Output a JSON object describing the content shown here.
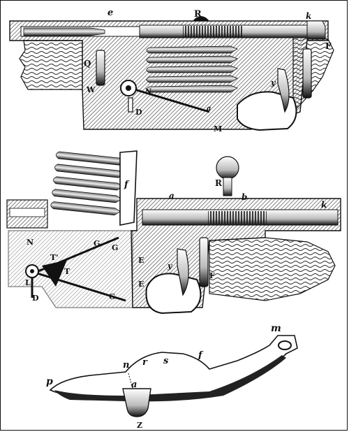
{
  "colors": {
    "ink": "#111111",
    "paper": "#ffffff",
    "hatch": "#444444"
  },
  "figure1": {
    "labels": {
      "e": "e",
      "R": "R",
      "k": "k",
      "F": "F",
      "Q": "Q",
      "W": "W",
      "D": "D",
      "M": "M",
      "N": "N",
      "y": "y",
      "a": "a"
    }
  },
  "figure2": {
    "labels": {
      "f": "f",
      "R": "R",
      "a": "a",
      "b": "b",
      "k": "k",
      "N": "N",
      "G1": "G",
      "G2": "G",
      "G3": "G",
      "T1": "T'",
      "T2": "T",
      "L": "L",
      "D": "D",
      "E1": "E",
      "E2": "E",
      "y": "y",
      "F": "F"
    }
  },
  "figure3": {
    "labels": {
      "m": "m",
      "n": "n",
      "r": "r",
      "s": "s",
      "f": "f",
      "p": "p",
      "a": "a",
      "z": "Z"
    }
  }
}
